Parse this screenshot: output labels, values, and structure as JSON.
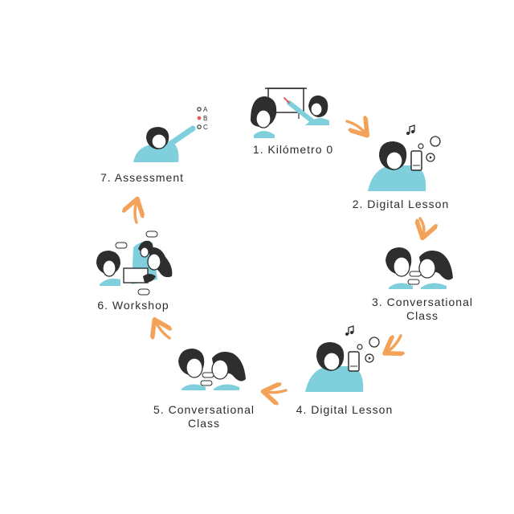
{
  "colors": {
    "accent": "#f4a259",
    "teal": "#7fd0dc",
    "ink": "#2b2b2b",
    "hair": "#2e2e2e"
  },
  "steps": [
    {
      "label": "1. Kilómetro 0",
      "icon": "teacher-whiteboard-icon"
    },
    {
      "label": "2. Digital Lesson",
      "icon": "phone-learner-icon"
    },
    {
      "label": "3. Conversational",
      "label2": "Class",
      "icon": "conversation-pair-icon"
    },
    {
      "label": "4. Digital Lesson",
      "icon": "phone-learner-icon"
    },
    {
      "label": "5. Conversational",
      "label2": "Class",
      "icon": "conversation-pair-icon"
    },
    {
      "label": "6. Workshop",
      "icon": "group-workshop-icon"
    },
    {
      "label": "7. Assessment",
      "icon": "quiz-assessment-icon"
    }
  ],
  "quiz_options": [
    "A",
    "B",
    "C"
  ]
}
